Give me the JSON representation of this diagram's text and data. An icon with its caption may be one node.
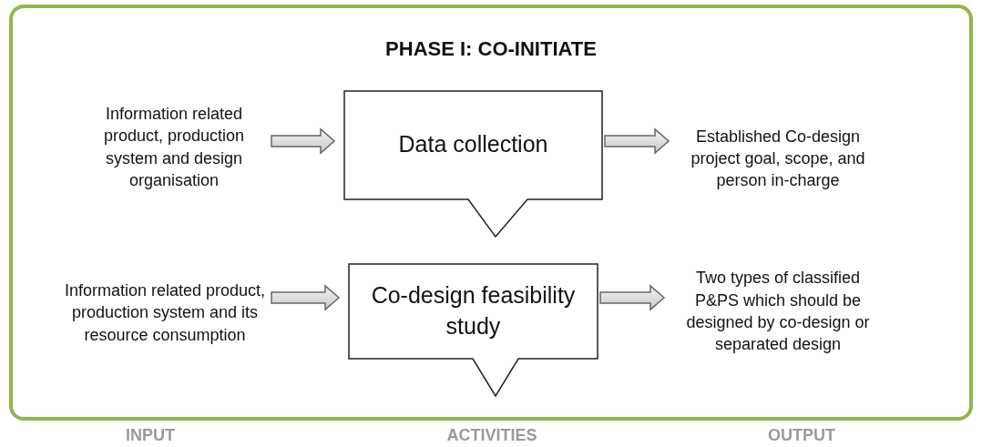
{
  "diagram": {
    "nodes": [
      {
        "text": [
          "PHASE I: CO-INITIATE"
        ]
      },
      {
        "text": [
          "Information related product, production system and design organisation"
        ],
        "in": 0
      },
      {
        "text": [
          "Data collection"
        ],
        "in": 0
      },
      {
        "text": [
          "Established Co-design project goal, scope, and person in-charge"
        ],
        "in": 0
      },
      {
        "text": [
          "Information related product, production system and its resource consumption"
        ],
        "in": 0
      },
      {
        "text": [
          "Co-design feasibility study"
        ],
        "in": 0
      },
      {
        "text": [
          "Two types of classified P&PS which should be designed by co-design or separated design"
        ],
        "in": 0
      }
    ],
    "edges": [
      {
        "from": 1,
        "to": 2,
        "arrow": "to"
      },
      {
        "from": 2,
        "to": 3,
        "arrow": "to"
      },
      {
        "from": 4,
        "to": 5,
        "arrow": "to"
      },
      {
        "from": 5,
        "to": 6,
        "arrow": "to"
      }
    ],
    "labels": [
      "INPUT",
      "ACTIVITIES",
      "OUTPUT"
    ]
  }
}
